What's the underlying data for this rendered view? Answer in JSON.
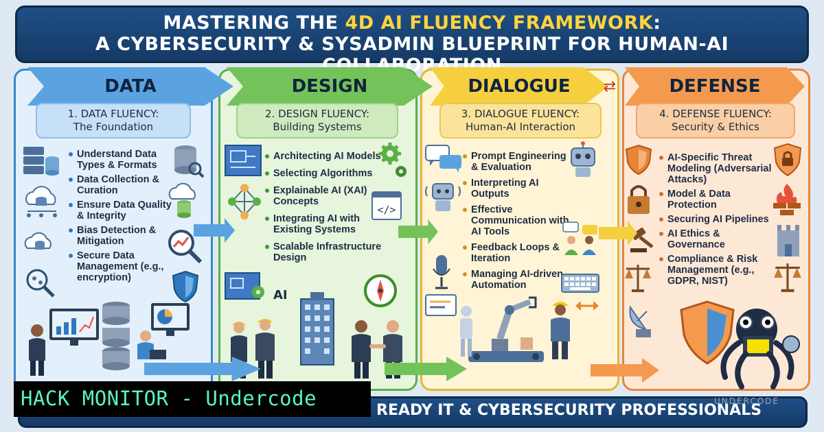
{
  "title": {
    "line1_prefix": "MASTERING THE ",
    "line1_highlight": "4D AI FLUENCY FRAMEWORK",
    "line1_suffix": ":",
    "line2": "A CYBERSECURITY & SYSADMIN BLUEPRINT FOR HUMAN-AI COLLABORATION"
  },
  "columns": {
    "data": {
      "header": "DATA",
      "subtitle_1": "1. DATA FLUENCY:",
      "subtitle_2": "The Foundation",
      "items": [
        "Understand Data Types & Formats",
        "Data Collection & Curation",
        "Ensure Data Quality & Integrity",
        "Bias Detection & Mitigation",
        "Secure Data Management (e.g., encryption)"
      ]
    },
    "design": {
      "header": "DESIGN",
      "subtitle_1": "2. DESIGN FLUENCY:",
      "subtitle_2": "Building Systems",
      "items": [
        "Architecting AI Models",
        "Selecting Algorithms",
        "Explainable AI (XAI) Concepts",
        "Integrating AI with Existing Systems",
        "Scalable Infrastructure Design"
      ],
      "ai_label": "AI"
    },
    "dialogue": {
      "header": "DIALOGUE",
      "subtitle_1": "3. DIALOGUE FLUENCY:",
      "subtitle_2": "Human-AI Interaction",
      "items": [
        "Prompt Engineering & Evaluation",
        "Interpreting AI Outputs",
        "Effective Communication with AI Tools",
        "Feedback Loops & Iteration",
        "Managing AI-driven Automation"
      ]
    },
    "defense": {
      "header": "DEFENSE",
      "subtitle_1": "4. DEFENSE FLUENCY:",
      "subtitle_2": "Security & Ethics",
      "items": [
        "AI-Specific Threat Modeling (Adversarial Attacks)",
        "Model & Data Protection",
        "Securing AI Pipelines",
        "AI Ethics & Governance",
        "Compliance & Risk Management (e.g., GDPR, NIST)"
      ]
    }
  },
  "footer": {
    "text": "READY IT & CYBERSECURITY PROFESSIONALS",
    "watermark": "HACK MONITOR - Undercode",
    "brand": "UNDERCODE"
  },
  "colors": {
    "data": "#3a86c8",
    "design": "#5aaf45",
    "dialogue": "#e8b72a",
    "defense": "#e98537",
    "banner": "#1f4f86"
  },
  "icons": [
    "server-icon",
    "database-icon",
    "cloud-icon",
    "magnifier-icon",
    "shield-icon",
    "gear-icon",
    "network-icon",
    "code-icon",
    "compass-icon",
    "robot-icon",
    "chat-icon",
    "microphone-icon",
    "keyboard-icon",
    "lock-icon",
    "firewall-icon",
    "gavel-icon",
    "scales-icon",
    "satellite-dish-icon",
    "tower-icon",
    "hacker-mascot-icon"
  ]
}
